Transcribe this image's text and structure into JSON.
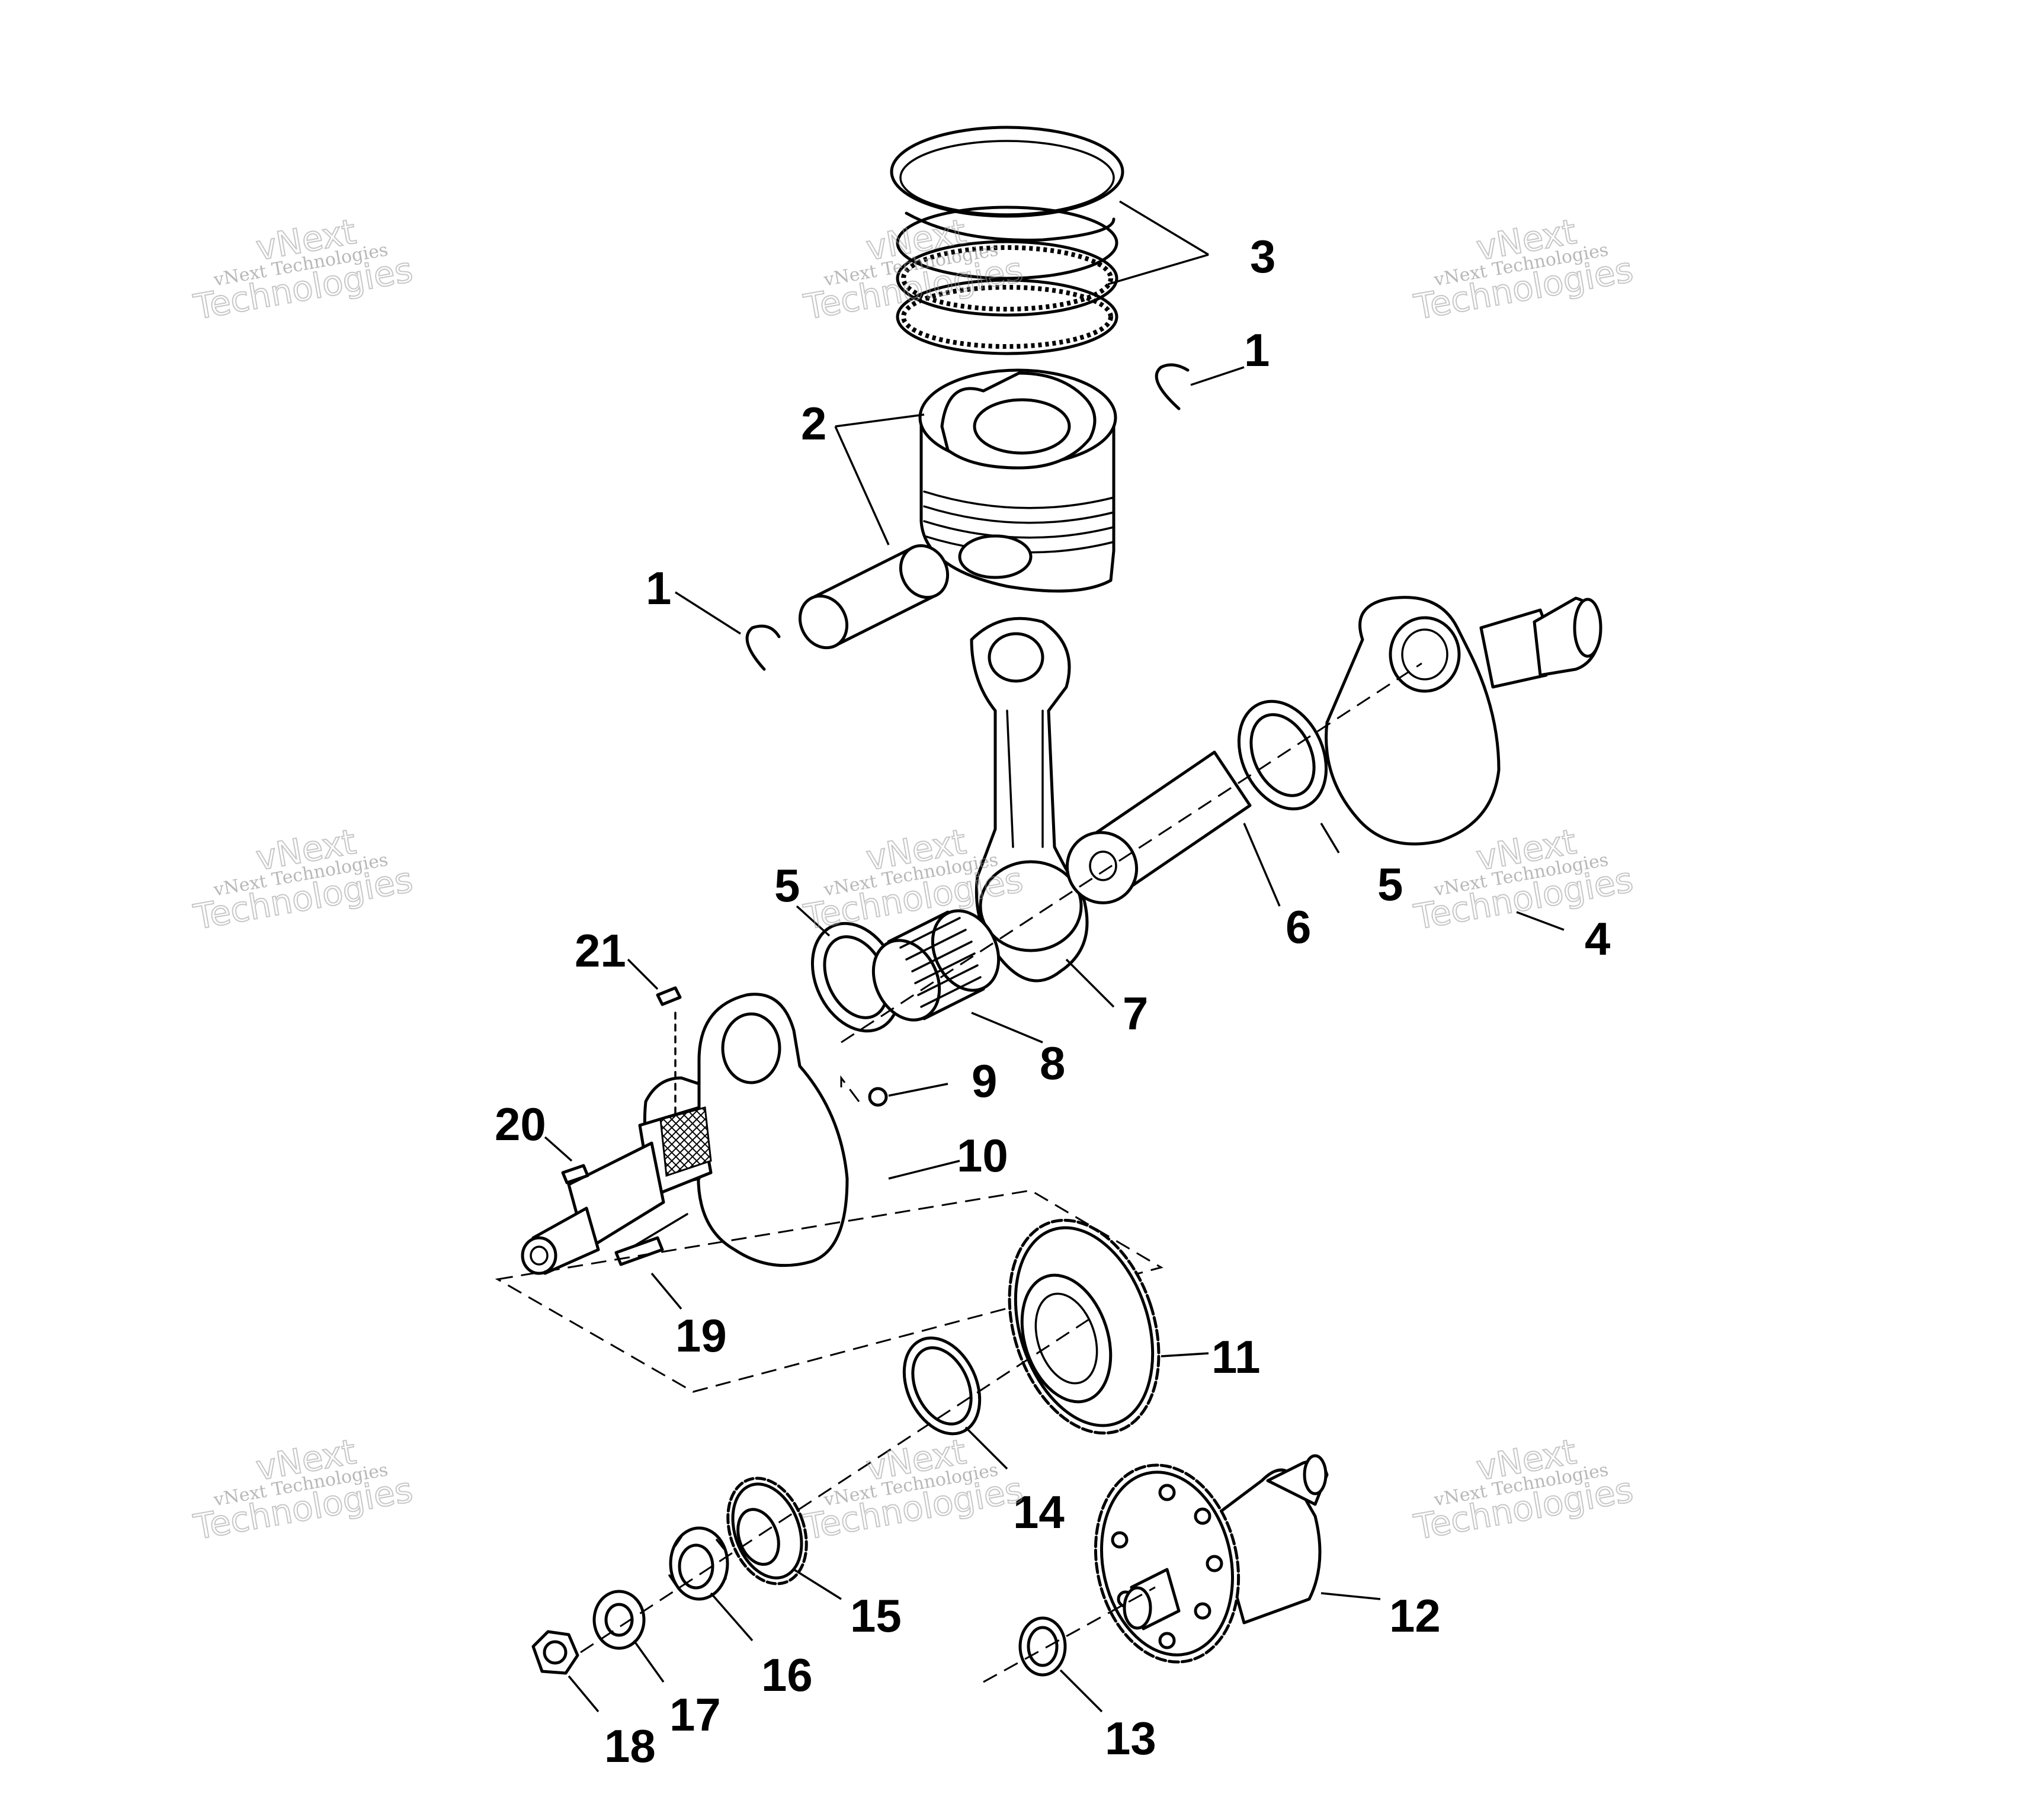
{
  "callouts": {
    "c1a": "1",
    "c1b": "1",
    "c2": "2",
    "c3": "3",
    "c4": "4",
    "c5a": "5",
    "c5b": "5",
    "c6": "6",
    "c7": "7",
    "c8": "8",
    "c9": "9",
    "c10": "10",
    "c11": "11",
    "c12": "12",
    "c13": "13",
    "c14": "14",
    "c15": "15",
    "c16": "16",
    "c17": "17",
    "c18": "18",
    "c19": "19",
    "c20": "20",
    "c21": "21"
  },
  "watermark": {
    "line_small": "vNext Technologies",
    "line_big_1": "vNext",
    "line_big_2": "Technologies"
  }
}
